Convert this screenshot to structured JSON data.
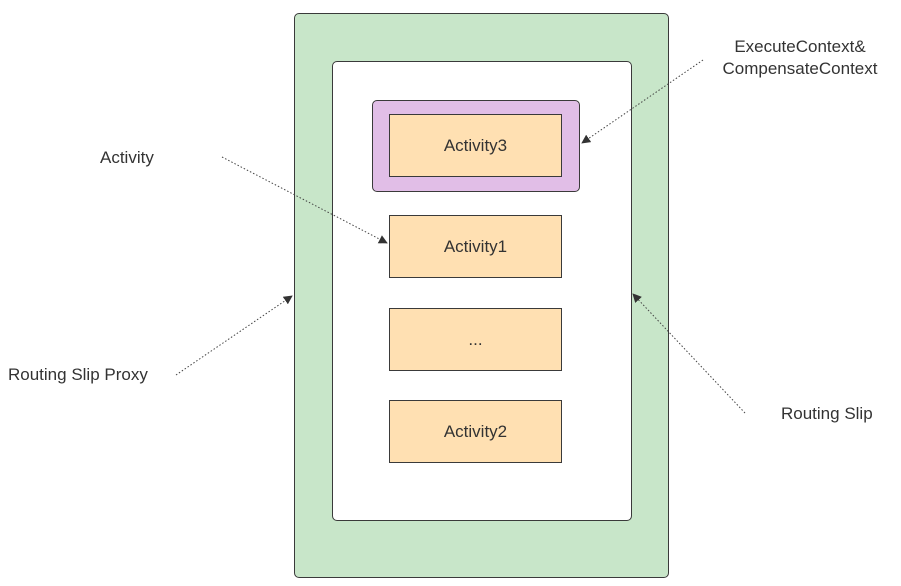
{
  "nodes": {
    "activity3": "Activity3",
    "activity1": "Activity1",
    "ellipsis": "...",
    "activity2": "Activity2"
  },
  "labels": {
    "activity": "Activity",
    "routing_slip_proxy": "Routing Slip Proxy",
    "execute_context_line1": "ExecuteContext&",
    "execute_context_line2": "CompensateContext",
    "routing_slip": "Routing Slip"
  },
  "colors": {
    "proxy_fill": "#c8e6c9",
    "context_fill": "#e1bee7",
    "activity_fill": "#ffe0b2",
    "slip_fill": "#ffffff",
    "stroke": "#3a3a3a"
  }
}
